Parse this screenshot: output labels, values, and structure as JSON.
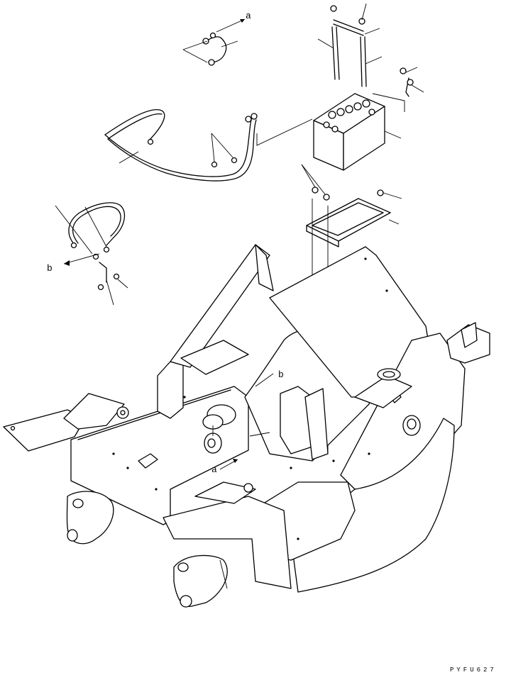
{
  "drawing": {
    "code": "PYFU627",
    "ref_labels": {
      "a_top": "a",
      "a_lower": "a",
      "b_left": "b",
      "b_mid": "b"
    }
  }
}
